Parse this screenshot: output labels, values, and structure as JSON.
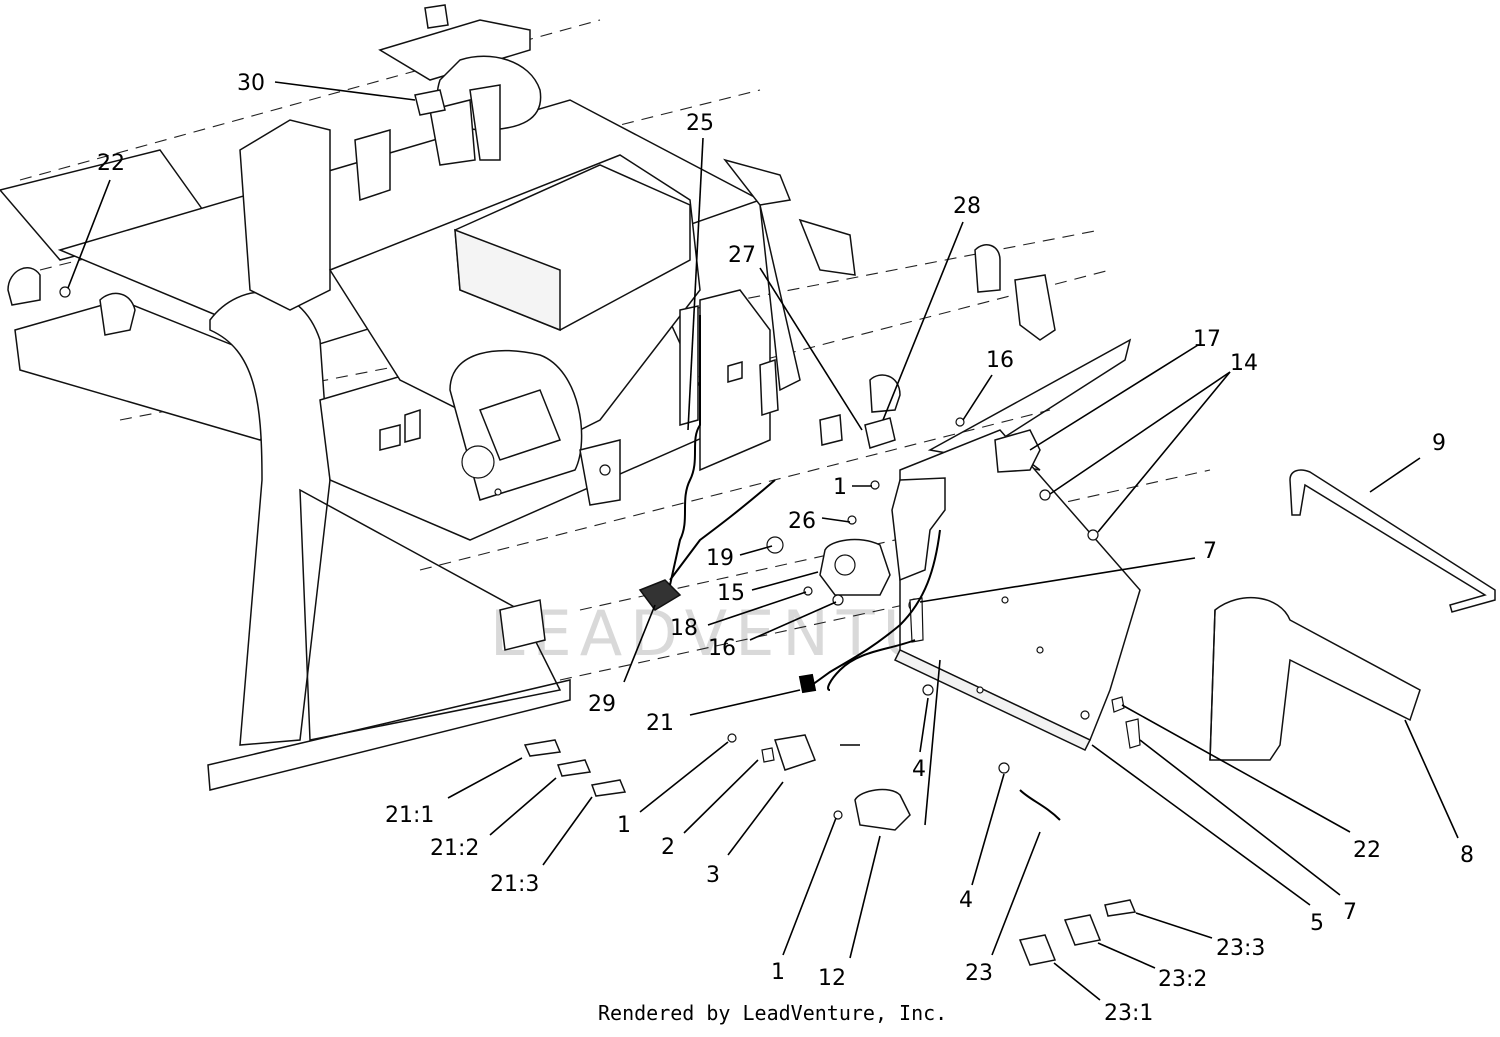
{
  "diagram": {
    "callouts": [
      {
        "id": "c30",
        "text": "30"
      },
      {
        "id": "c22a",
        "text": "22"
      },
      {
        "id": "c25",
        "text": "25"
      },
      {
        "id": "c28",
        "text": "28"
      },
      {
        "id": "c27",
        "text": "27"
      },
      {
        "id": "c16a",
        "text": "16"
      },
      {
        "id": "c17",
        "text": "17"
      },
      {
        "id": "c14",
        "text": "14"
      },
      {
        "id": "c9",
        "text": "9"
      },
      {
        "id": "c1a",
        "text": "1"
      },
      {
        "id": "c26",
        "text": "26"
      },
      {
        "id": "c7a",
        "text": "7"
      },
      {
        "id": "c19",
        "text": "19"
      },
      {
        "id": "c15",
        "text": "15"
      },
      {
        "id": "c18",
        "text": "18"
      },
      {
        "id": "c16b",
        "text": "16"
      },
      {
        "id": "c29",
        "text": "29"
      },
      {
        "id": "c21",
        "text": "21"
      },
      {
        "id": "c4a",
        "text": "4"
      },
      {
        "id": "c21_1",
        "text": "21:1"
      },
      {
        "id": "c21_2",
        "text": "21:2"
      },
      {
        "id": "c21_3",
        "text": "21:3"
      },
      {
        "id": "c1b",
        "text": "1"
      },
      {
        "id": "c2",
        "text": "2"
      },
      {
        "id": "c3",
        "text": "3"
      },
      {
        "id": "c1c",
        "text": "1"
      },
      {
        "id": "c12",
        "text": "12"
      },
      {
        "id": "c4b",
        "text": "4"
      },
      {
        "id": "c23",
        "text": "23"
      },
      {
        "id": "c23_3",
        "text": "23:3"
      },
      {
        "id": "c23_2",
        "text": "23:2"
      },
      {
        "id": "c23_1",
        "text": "23:1"
      },
      {
        "id": "c5",
        "text": "5"
      },
      {
        "id": "c7b",
        "text": "7"
      },
      {
        "id": "c22b",
        "text": "22"
      },
      {
        "id": "c8",
        "text": "8"
      }
    ],
    "footer": "Rendered by LeadVenture, Inc.",
    "watermark": "LEADVENTURE"
  }
}
